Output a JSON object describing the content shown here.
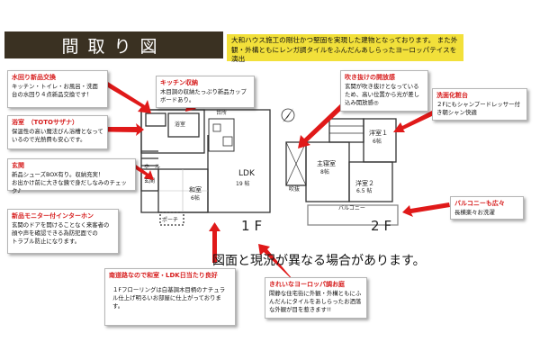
{
  "title": "間取り図",
  "intro": "大和ハウス施工の剛壮かつ堅固を実現した建物となっております。\nまた外観・外構ともにレンガ調タイルをふんだんあしらったヨーロッパテイスを演出",
  "notice": "図面と現況が異なる場合があります。",
  "floor_labels": {
    "first": "1F",
    "second": "2F"
  },
  "rooms": {
    "ldk": {
      "name": "LDK",
      "size": "19 帖"
    },
    "washitsu": {
      "name": "和室",
      "size": "6帖"
    },
    "master": {
      "name": "主寝室",
      "size": "8帖"
    },
    "western1": {
      "name": "洋室１",
      "size": "6帖"
    },
    "western2": {
      "name": "洋室２",
      "size": "6.5 帖"
    },
    "balcony": "バルコニー",
    "hall": "ホール",
    "entrance": "玄関",
    "porch": "ポーチ",
    "bath": "浴室",
    "kitchen": "台所",
    "fukinuke": "吹抜"
  },
  "callouts": {
    "water": {
      "head": "水回り新品交換",
      "body": "キッチン・トイレ・お風呂・洗面台の水回り４点新品交換です！"
    },
    "bath": {
      "head": "浴室　（TOTOサザナ）",
      "body": "保温性の高い魔法びん浴槽となっているので光熱費も安心です。"
    },
    "entrance": {
      "head": "玄関",
      "body": "新品シューズBOX有り。収納充実！\nお出かけ前に大きな鏡で身だしなみのチェック♪"
    },
    "monitor": {
      "head": "新品モニター付インターホン",
      "body": "玄関のドアを開けることなく来客者の顔や声を確認できる為防犯面での\nトラブル防止になります。"
    },
    "kitchen": {
      "head": "キッチン収納",
      "body": "木目調の収納たっぷり新品カップボードあり。"
    },
    "fukinuke": {
      "head": "吹き抜けの開放感",
      "body": "玄関が吹き抜けとなっているため、高い位置から光が差し込み開放感◎"
    },
    "washroom": {
      "head": "洗面化粧台",
      "body": "２Fにもシャンプードレッサー付き朝シャン快適"
    },
    "balcony": {
      "head": "バルコニーも広々",
      "body": "長横楽々お洗濯"
    },
    "sunny": {
      "head": "南道路なので和室・LDK日当たり良好",
      "body": "１Fフローリングは白基調木目柄のナチュラル仕上げ明るいお部屋に仕上がっております。"
    },
    "exterior": {
      "head": "きれいなヨーロッパ調お庭",
      "body": "閑静な住宅街に外観・外構ともにふんだんにタイルをあしらったお洒落な外観が目を惹きます!!"
    }
  },
  "colors": {
    "banner": "#3a3122",
    "intro_bg": "#f2e03a",
    "callout_head": "#d61c1c",
    "arrow": "#e01919",
    "wall": "#333333"
  }
}
